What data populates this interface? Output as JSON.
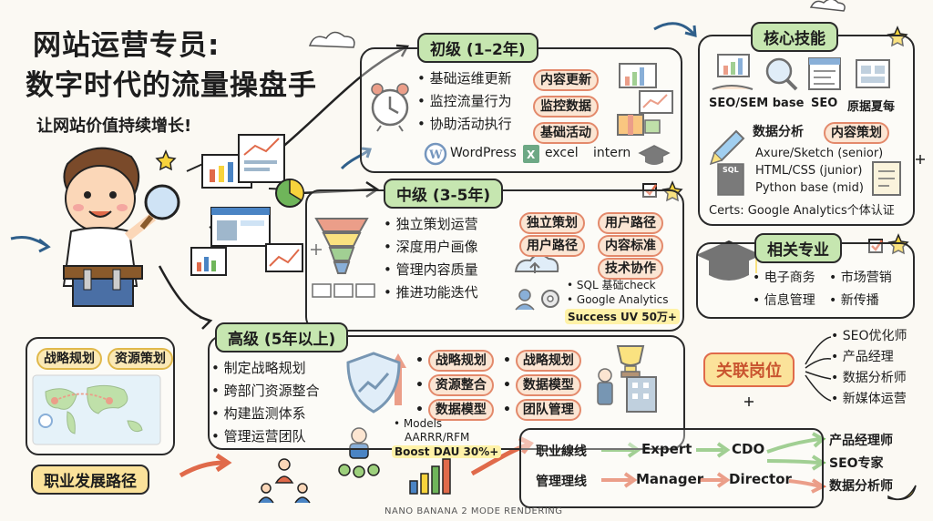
{
  "title": {
    "line1": "网站运营专员:",
    "line2": "数字时代的流量操盘手",
    "tagline": "让网站价值持续增长!"
  },
  "junior": {
    "header": "初级 (1–2年)",
    "items": [
      "基础运维更新",
      "监控流量行为",
      "协助活动执行"
    ],
    "pills": [
      "内容更新",
      "监控数据",
      "基础活动"
    ],
    "tools": [
      "WordPress",
      "excel",
      "intern"
    ]
  },
  "mid": {
    "header": "中级 (3-5年)",
    "items": [
      "独立策划运营",
      "深度用户画像",
      "管理内容质量",
      "推进功能迭代"
    ],
    "pills": [
      "独立策划",
      "用户路径",
      "用户路径",
      "内容标准",
      "技术协作"
    ],
    "notes": [
      "SQL 基础check",
      "Google Analytics"
    ],
    "result": "Success UV 50万+"
  },
  "senior": {
    "header": "高级 (5年以上)",
    "items": [
      "制定战略规划",
      "跨部门资源整合",
      "构建监测体系",
      "管理运营团队"
    ],
    "pills_left": [
      "战略规划",
      "资源整合",
      "数据模型"
    ],
    "pills_right": [
      "战略规划",
      "数据模型",
      "团队管理"
    ],
    "notes": [
      "Models",
      "AARRR/RFM"
    ],
    "result": "Boost DAU 30%+"
  },
  "map_labels": [
    "战略规划",
    "资源策划"
  ],
  "career_path_label": "职业发展路径",
  "skills": {
    "header": "核心技能",
    "icons": [
      "SEO/SEM base",
      "SEO",
      "原据夏每"
    ],
    "pills": [
      "数据分析",
      "内容策划"
    ],
    "lines": [
      "Axure/Sketch (senior)",
      "HTML/CSS (junior)",
      "Python base (mid)"
    ],
    "certs": "Certs: Google Analytics个体认证",
    "sql_icon_label": "SQL"
  },
  "majors": {
    "header": "相关专业",
    "items": [
      "电子商务",
      "市场营销",
      "信息管理",
      "新传播"
    ]
  },
  "related": {
    "header": "关联岗位",
    "items": [
      "SEO优化师",
      "产品经理",
      "数据分析师",
      "新媒体运营"
    ]
  },
  "tracks": {
    "professional": {
      "label": "职业線线",
      "steps": [
        "Expert",
        "CDO"
      ]
    },
    "management": {
      "label": "管理理线",
      "steps": [
        "Manager",
        "Director"
      ]
    },
    "outcomes": [
      "产品经理师",
      "SEO专家",
      "数据分析师"
    ]
  },
  "footer": "NANO BANANA 2 MODE RENDERING"
}
